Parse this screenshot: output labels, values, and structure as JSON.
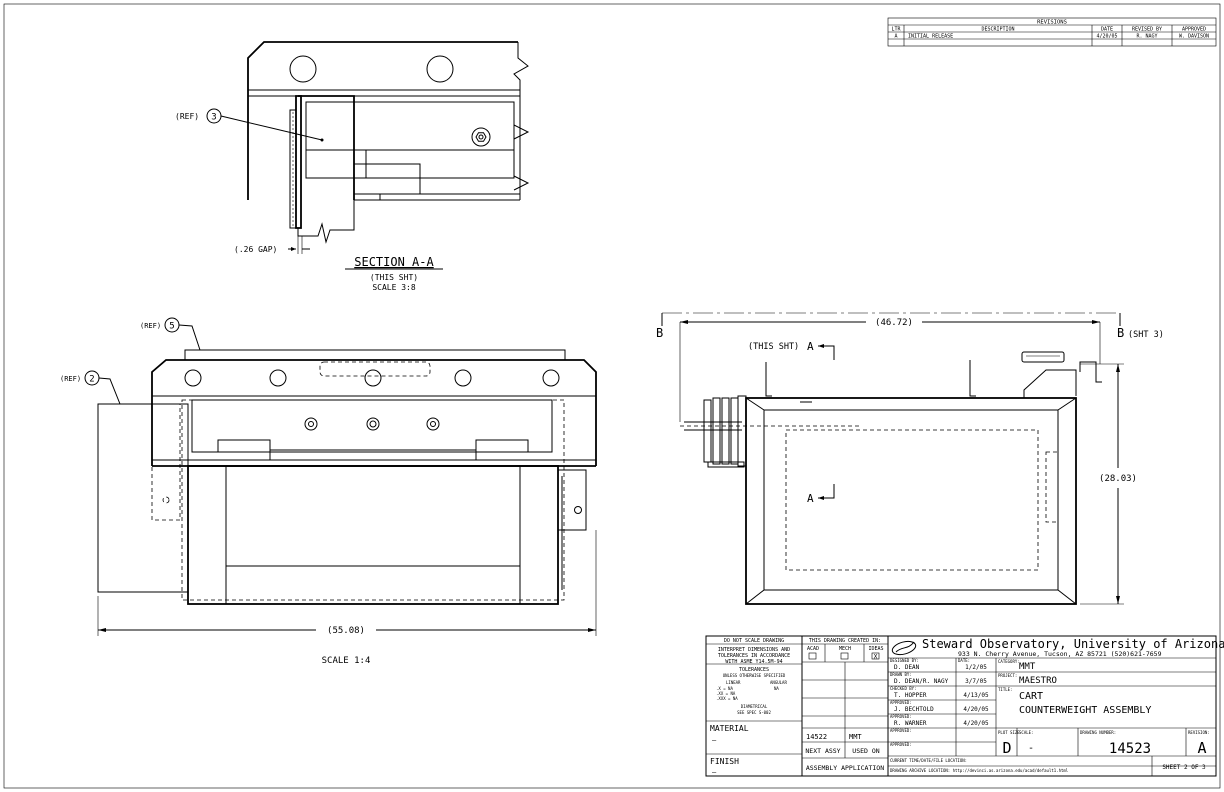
{
  "revisions": {
    "title": "REVISIONS",
    "headers": [
      "LTR",
      "DESCRIPTION",
      "DATE",
      "REVISED BY",
      "APPROVED"
    ],
    "rows": [
      [
        "A",
        "INITIAL RELEASE",
        "4/20/05",
        "R. NAGY",
        "W. DAVISON"
      ]
    ]
  },
  "section_view": {
    "ref3": "(REF)",
    "balloon3": "3",
    "gap": "(.26 GAP)",
    "title": "SECTION A-A",
    "subtitle": "(THIS SHT)",
    "scale": "SCALE 3:8"
  },
  "front_view": {
    "ref5": "(REF)",
    "balloon5": "5",
    "ref2": "(REF)",
    "balloon2": "2",
    "width_dim": "(55.08)",
    "scale": "SCALE 1:4"
  },
  "side_view": {
    "b_left": "B",
    "b_right": "B",
    "b_right_note": "(SHT 3)",
    "length_dim": "(46.72)",
    "this_sht": "(THIS SHT)",
    "a_top": "A",
    "a_bottom": "A",
    "height_dim": "(28.03)"
  },
  "title_block": {
    "notes": {
      "do_not_scale": "DO NOT SCALE DRAWING",
      "interpret1": "INTERPRET DIMENSIONS AND",
      "interpret2": "TOLERANCES IN ACCORDANCE",
      "interpret3": "WITH ASME Y14.5M-94",
      "tolerances": "TOLERANCES",
      "unless": "UNLESS OTHERWISE SPECIFIED",
      "linear": "LINEAR",
      "angular": "ANGULAR",
      "x1": ".X   = NA",
      "x2": ".XX  = NA",
      "x3": ".XXX = NA",
      "ang": "NA",
      "dimetrical": "DIAMETRICAL",
      "std": "SEE SPEC S-002",
      "material_label": "MATERIAL",
      "material_value": "–",
      "finish_label": "FINISH",
      "finish_value": "–"
    },
    "created_in": {
      "header": "THIS DRAWING CREATED IN:",
      "acad": "ACAD",
      "mech": "MECH",
      "ideas": "IDEAS",
      "ideas_mark": "X"
    },
    "next_assy": {
      "part": "14522",
      "used_on": "MMT",
      "next_label": "NEXT ASSY",
      "used_label": "USED ON",
      "app_label": "ASSEMBLY APPLICATION"
    },
    "signoffs": [
      {
        "role": "DESIGNED BY:",
        "name": "D. DEAN",
        "date_label": "DATE:",
        "date": "1/2/05"
      },
      {
        "role": "DRAWN BY:",
        "name": "D. DEAN/R. NAGY",
        "date": "3/7/05"
      },
      {
        "role": "CHECKED BY:",
        "name": "T. HOPPER",
        "date": "4/13/05"
      },
      {
        "role": "APPROVED:",
        "name": "J. BECHTOLD",
        "date": "4/20/05"
      },
      {
        "role": "APPROVED:",
        "name": "R. WARNER",
        "date": "4/20/05"
      },
      {
        "role": "APPROVED:",
        "name": "",
        "date": ""
      },
      {
        "role": "APPROVED:",
        "name": "",
        "date": ""
      }
    ],
    "org": {
      "name": "Steward Observatory, University of Arizona",
      "address": "933 N. Cherry Avenue, Tucson, AZ  85721   (520)621-7659"
    },
    "category_label": "CATEGORY:",
    "category": "MMT",
    "project_label": "PROJECT:",
    "project": "MAESTRO",
    "title_label": "TITLE:",
    "title_line1": "CART",
    "title_line2": "COUNTERWEIGHT ASSEMBLY",
    "plot_size_label": "PLOT SIZE",
    "plot_size": "D",
    "scale_label": "SCALE:",
    "scale": "-",
    "drawing_number_label": "DRAWING NUMBER:",
    "drawing_number": "14523",
    "revision_label": "REVISION:",
    "revision": "A",
    "file_location_label": "CURRENT TIME/DATE/FILE LOCATION:",
    "archive_label": "DRAWING ARCHIVE LOCATION: http://devinci.as.arizona.edu/acad/default1.html",
    "sheet": "SHEET 2 OF 3"
  }
}
